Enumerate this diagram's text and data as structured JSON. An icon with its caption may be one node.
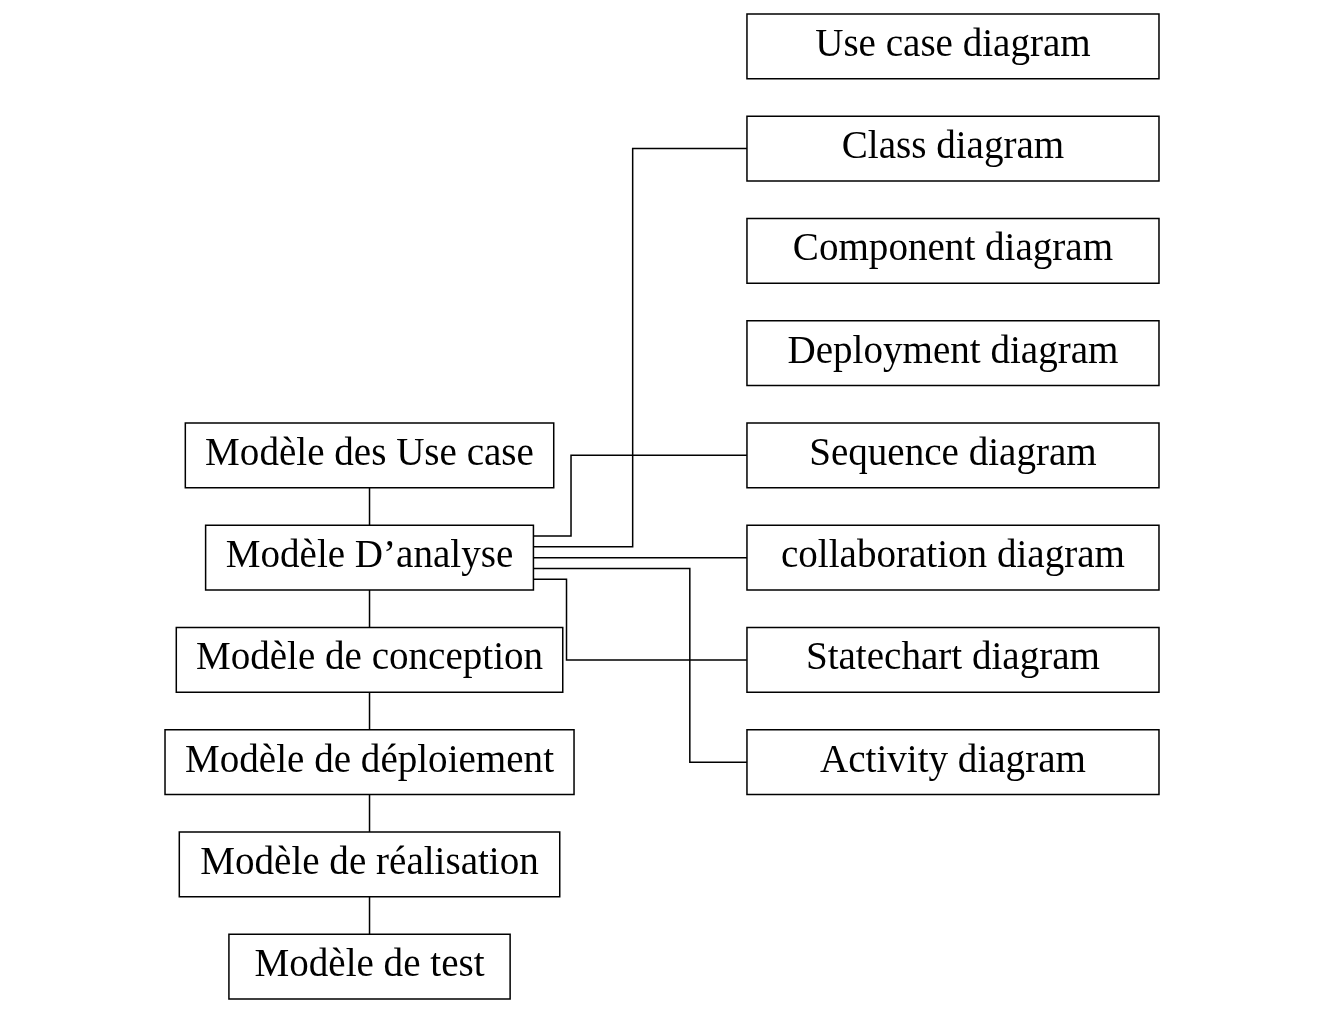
{
  "diagram": {
    "nodes": [
      {
        "text": [
          "Modèle des Use case"
        ]
      },
      {
        "text": [
          "Modèle D’analyse"
        ]
      },
      {
        "text": [
          "Modèle de conception"
        ]
      },
      {
        "text": [
          "Modèle de déploiement"
        ]
      },
      {
        "text": [
          "Modèle de réalisation"
        ]
      },
      {
        "text": [
          "Modèle de test"
        ]
      },
      {
        "text": [
          "Use case diagram"
        ]
      },
      {
        "text": [
          "Class diagram"
        ]
      },
      {
        "text": [
          "Component diagram"
        ]
      },
      {
        "text": [
          "Deployment diagram"
        ]
      },
      {
        "text": [
          "Sequence diagram"
        ]
      },
      {
        "text": [
          "collaboration diagram"
        ]
      },
      {
        "text": [
          "Statechart diagram"
        ]
      },
      {
        "text": [
          "Activity diagram"
        ]
      }
    ],
    "edges": [
      {
        "from": 0,
        "to": 1,
        "arrow": "none"
      },
      {
        "from": 1,
        "to": 2,
        "arrow": "none"
      },
      {
        "from": 2,
        "to": 3,
        "arrow": "none"
      },
      {
        "from": 3,
        "to": 4,
        "arrow": "none"
      },
      {
        "from": 4,
        "to": 5,
        "arrow": "none"
      },
      {
        "from": 1,
        "to": 7,
        "arrow": "none"
      },
      {
        "from": 1,
        "to": 10,
        "arrow": "none"
      },
      {
        "from": 1,
        "to": 11,
        "arrow": "none"
      },
      {
        "from": 1,
        "to": 12,
        "arrow": "none"
      },
      {
        "from": 1,
        "to": 13,
        "arrow": "none"
      }
    ]
  }
}
